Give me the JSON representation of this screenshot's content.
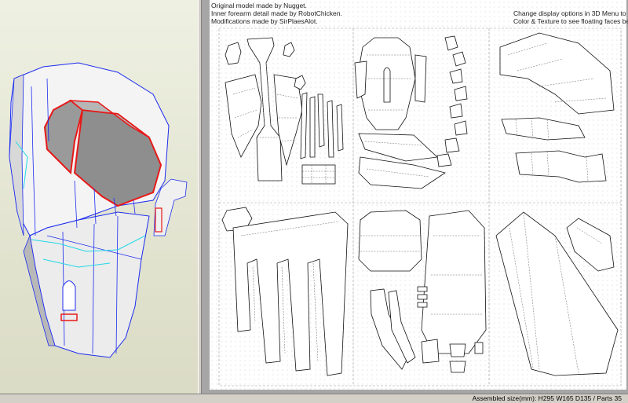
{
  "credits": {
    "line1": "Original model made by Nugget.",
    "line2": "Inner forearm detail made by RobotChicken.",
    "line3": "Modifications made by SirPlaesAlot."
  },
  "hint": {
    "line1": "Change display options in 3D Menu to",
    "line2": "Color & Texture to see floating faces better."
  },
  "status": {
    "text": "Assembled size(mm): H295 W165 D135 / Parts 35"
  },
  "colors": {
    "view3d_bg": "#e4e5d2",
    "edge_blue": "#1c2cf0",
    "edge_cyan": "#22d8e8",
    "selected_red": "#e81818",
    "paper": "#ffffff",
    "canvas_gray": "#a6a6a6"
  }
}
